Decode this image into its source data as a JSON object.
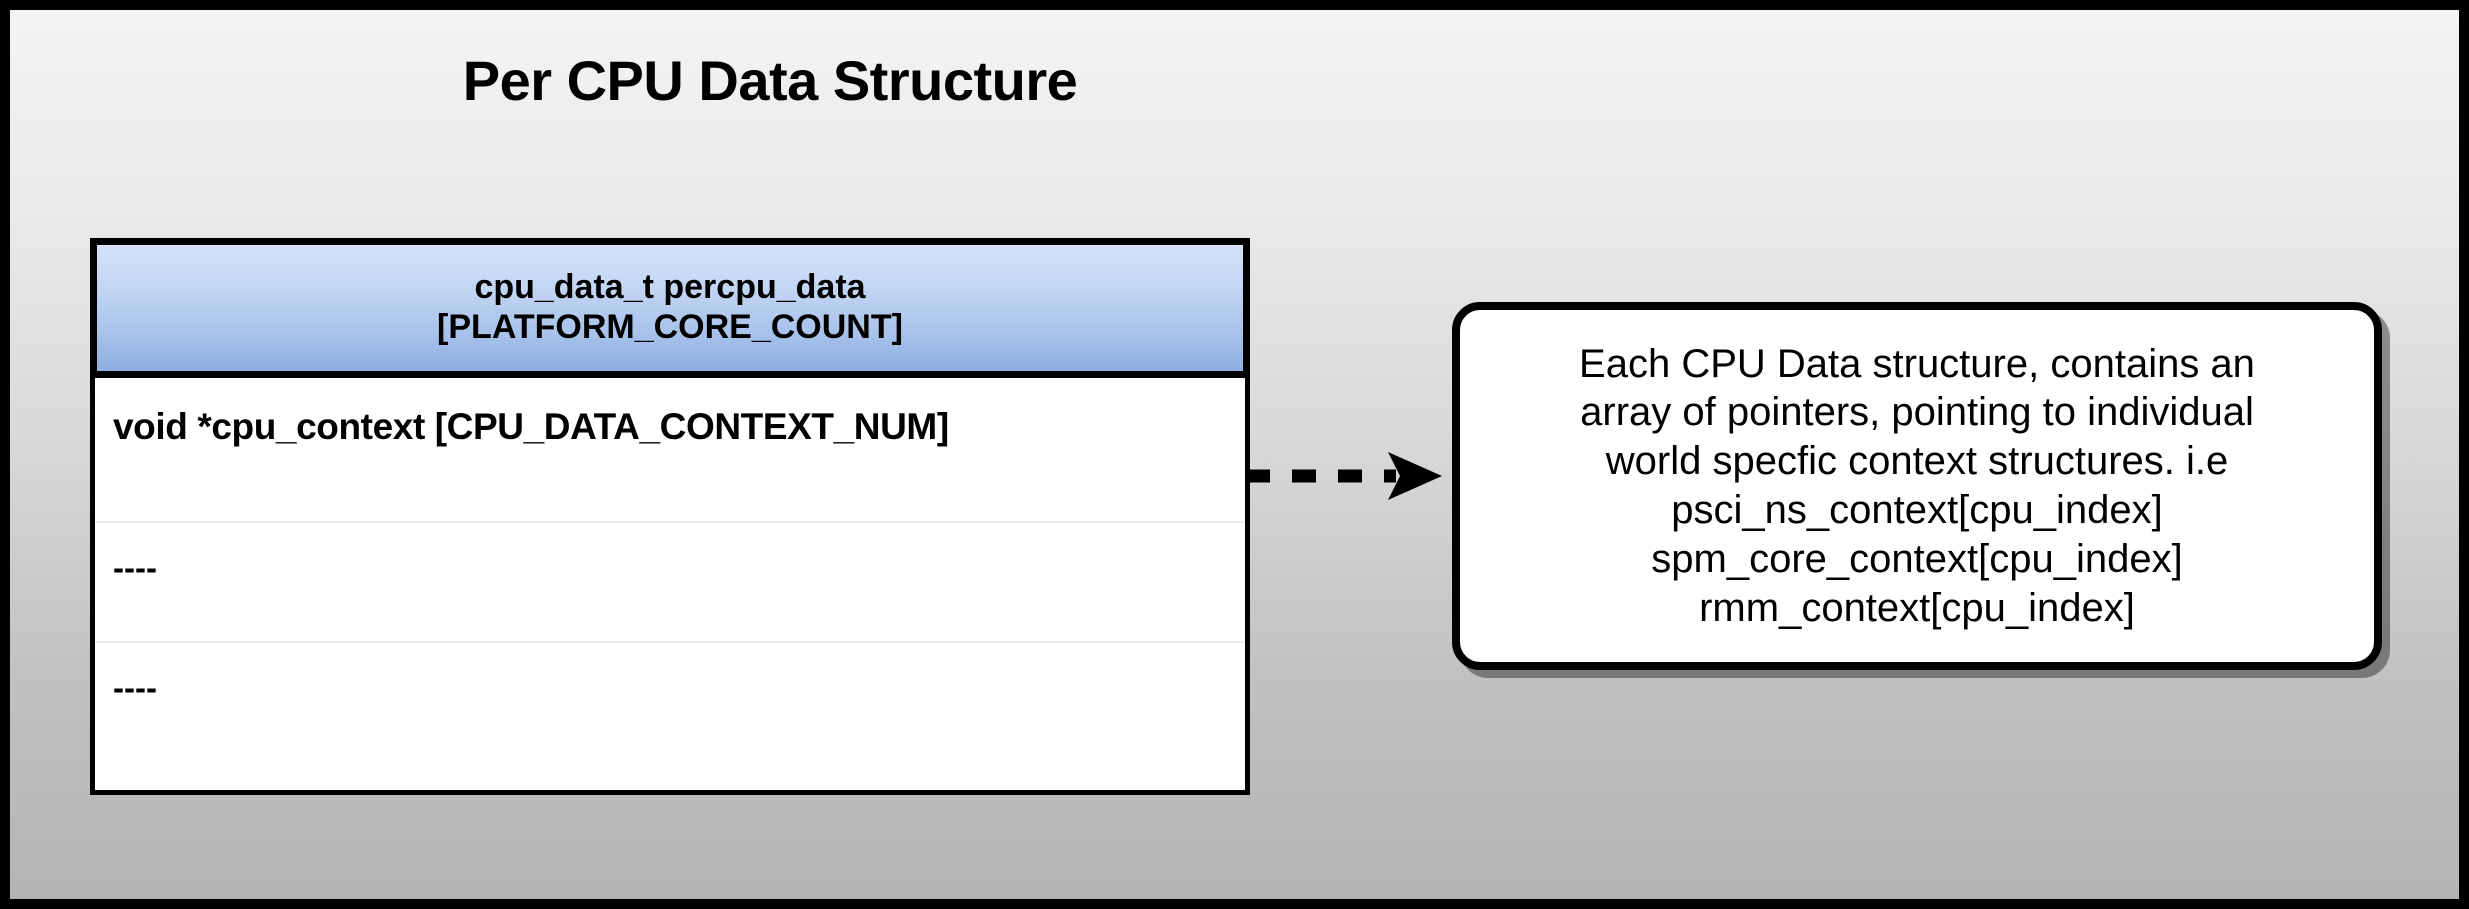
{
  "page": {
    "title": "Per CPU Data Structure",
    "background_top_color": "#f4f4f4",
    "background_bottom_color": "#b4b4b4",
    "frame_color": "#000000"
  },
  "struct_table": {
    "header": {
      "line1": "cpu_data_t percpu_data",
      "line2": "[PLATFORM_CORE_COUNT]",
      "gradient_top_color": "#d6e3f9",
      "gradient_bottom_color": "#8cafe1",
      "border_color": "#000000"
    },
    "rows": [
      {
        "text": "void *cpu_context [CPU_DATA_CONTEXT_NUM]"
      },
      {
        "text": "----"
      },
      {
        "text": "----"
      }
    ],
    "divider_color": "#ededed",
    "body_background": "#ffffff"
  },
  "connector": {
    "style": "dashed",
    "direction": "right",
    "color": "#000000"
  },
  "note": {
    "lines": [
      "Each CPU Data structure, contains an",
      "array of pointers, pointing to individual",
      "world specfic context structures. i.e",
      "psci_ns_context[cpu_index]",
      "spm_core_context[cpu_index]",
      "rmm_context[cpu_index]"
    ],
    "border_color": "#000000",
    "background": "#ffffff"
  }
}
